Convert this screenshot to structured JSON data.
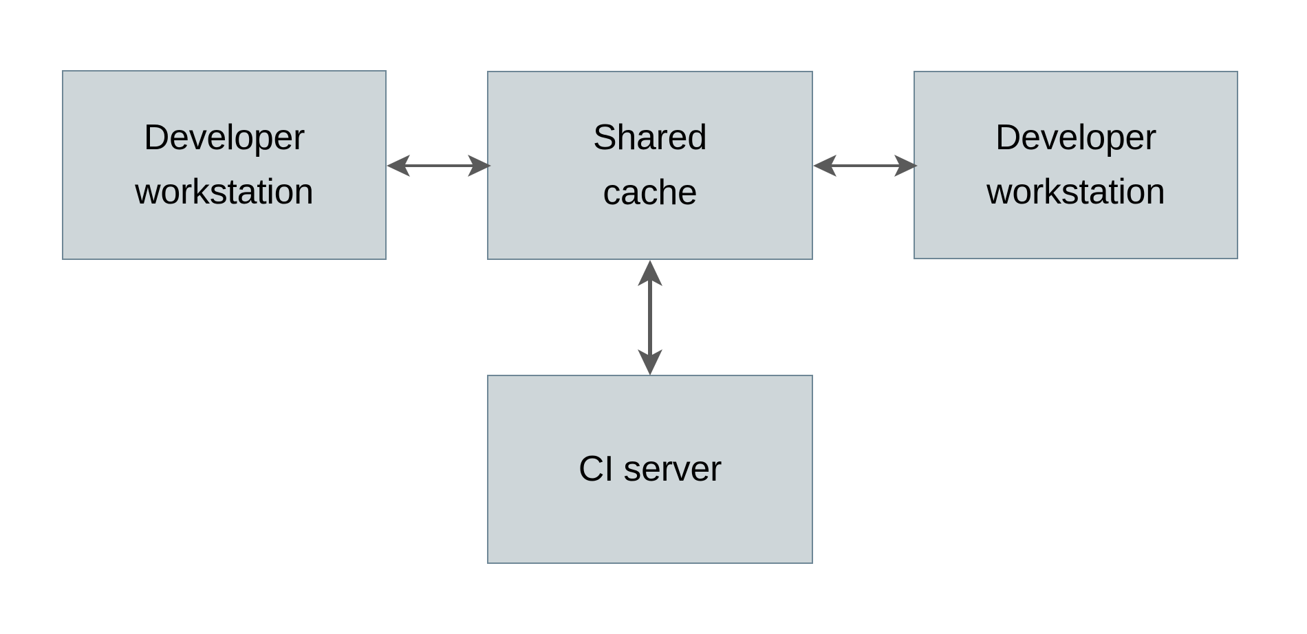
{
  "diagram": {
    "type": "block-diagram",
    "background_color": "#ffffff",
    "node_fill_color": "#ced6d9",
    "node_border_color": "#6e8796",
    "arrow_color": "#5a5a5a",
    "text_color": "#000000",
    "nodes": [
      {
        "id": "dev-left",
        "label": "Developer\nworkstation"
      },
      {
        "id": "shared",
        "label": "Shared\ncache"
      },
      {
        "id": "dev-right",
        "label": "Developer\nworkstation"
      },
      {
        "id": "ci",
        "label": "CI server"
      }
    ],
    "connectors": [
      {
        "id": "left-to-shared",
        "from": "dev-left",
        "to": "shared",
        "style": "double-arrow",
        "orientation": "horizontal"
      },
      {
        "id": "shared-to-right",
        "from": "shared",
        "to": "dev-right",
        "style": "double-arrow",
        "orientation": "horizontal"
      },
      {
        "id": "shared-to-ci",
        "from": "shared",
        "to": "ci",
        "style": "double-arrow",
        "orientation": "vertical"
      }
    ]
  }
}
